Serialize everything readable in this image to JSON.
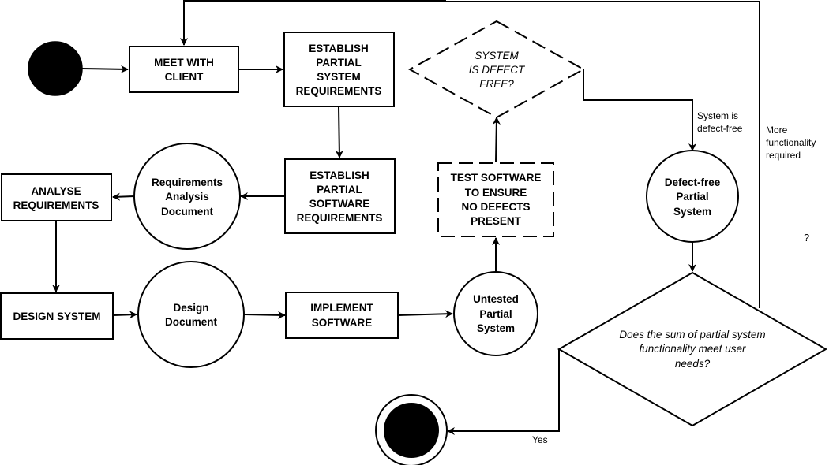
{
  "nodes": {
    "meet_client": [
      "MEET WITH",
      "CLIENT"
    ],
    "establish_sys_req": [
      "ESTABLISH",
      "PARTIAL",
      "SYSTEM",
      "REQUIREMENTS"
    ],
    "establish_sw_req": [
      "ESTABLISH",
      "PARTIAL",
      "SOFTWARE",
      "REQUIREMENTS"
    ],
    "req_analysis_doc": [
      "Requirements",
      "Analysis",
      "Document"
    ],
    "analyse_req": [
      "ANALYSE",
      "REQUIREMENTS"
    ],
    "design_system": [
      "DESIGN SYSTEM"
    ],
    "design_doc": [
      "Design",
      "Document"
    ],
    "implement_sw": [
      "IMPLEMENT",
      "SOFTWARE"
    ],
    "untested_system": [
      "Untested",
      "Partial",
      "System"
    ],
    "test_software": [
      "TEST SOFTWARE",
      "TO ENSURE",
      "NO DEFECTS",
      "PRESENT"
    ],
    "defect_free_decision": [
      "SYSTEM",
      "IS DEFECT",
      "FREE?"
    ],
    "defect_free_system": [
      "Defect-free",
      "Partial",
      "System"
    ],
    "user_needs_decision": [
      "Does the sum of partial system",
      "functionality meet user",
      "needs?"
    ]
  },
  "edge_labels": {
    "defect_free": [
      "System is",
      "defect-free"
    ],
    "more_functionality": [
      "More",
      "functionality",
      "required"
    ],
    "yes": [
      "Yes"
    ]
  },
  "stray_mark": "?"
}
